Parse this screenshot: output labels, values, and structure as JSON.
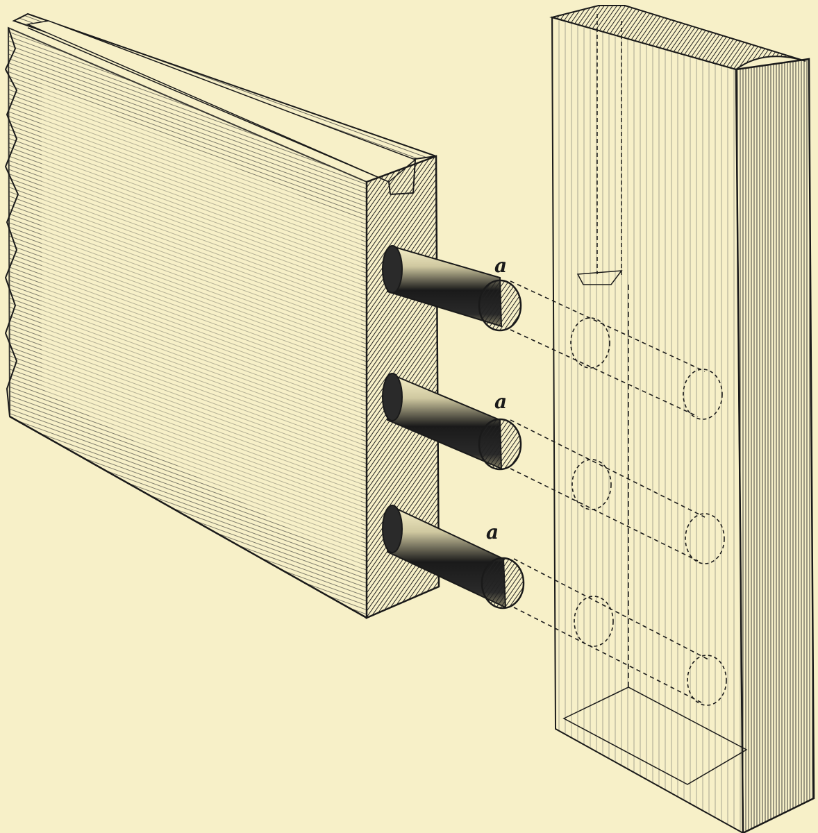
{
  "figure": {
    "labels": [
      {
        "text": "a"
      },
      {
        "text": "a"
      },
      {
        "text": "a"
      }
    ]
  },
  "colors": {
    "paper": "#f7f0c8",
    "ink": "#1a1a1a"
  }
}
